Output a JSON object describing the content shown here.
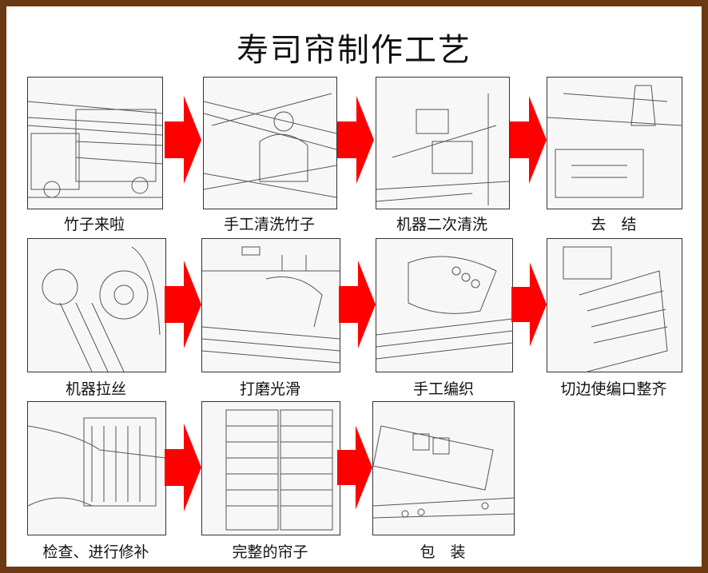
{
  "title": "寿司帘制作工艺",
  "colors": {
    "frame": "#6b3a12",
    "arrow": "#ff0000",
    "background": "#ffffff"
  },
  "steps": [
    {
      "label": "竹子来啦"
    },
    {
      "label": "手工清洗竹子"
    },
    {
      "label": "机器二次清洗"
    },
    {
      "label": "去　结"
    },
    {
      "label": "机器拉丝"
    },
    {
      "label": "打磨光滑"
    },
    {
      "label": "手工编织"
    },
    {
      "label": "切边使编口整齐"
    },
    {
      "label": "检查、进行修补"
    },
    {
      "label": "完整的帘子"
    },
    {
      "label": "包　装"
    }
  ]
}
